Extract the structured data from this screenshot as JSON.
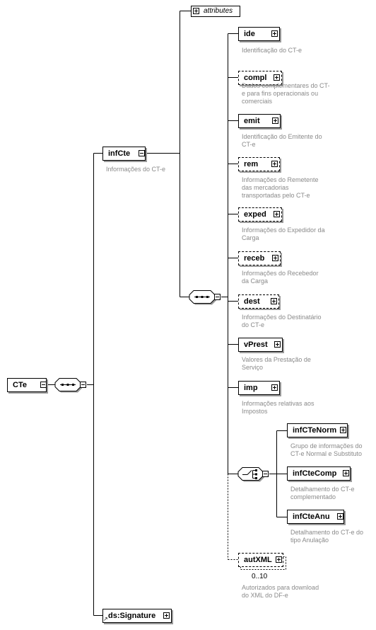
{
  "root": {
    "label": "CTe"
  },
  "infCte": {
    "label": "infCte",
    "description": "Informações do CT-e"
  },
  "attributes_label": "attributes",
  "signature": {
    "label": "ds:Signature"
  },
  "elements": [
    {
      "label": "ide",
      "description": "Identificação do CT-e",
      "optional": false
    },
    {
      "label": "compl",
      "description": "Dados complementares do CT-e para fins operacionais ou comerciais",
      "optional": true
    },
    {
      "label": "emit",
      "description": "Identificação do Emitente do CT-e",
      "optional": false
    },
    {
      "label": "rem",
      "description": "Informações do Remetente das mercadorias transportadas pelo CT-e",
      "optional": true
    },
    {
      "label": "exped",
      "description": "Informações do Expedidor da Carga",
      "optional": true
    },
    {
      "label": "receb",
      "description": "Informações do Recebedor da Carga",
      "optional": true
    },
    {
      "label": "dest",
      "description": "Informações do Destinatário do CT-e",
      "optional": true
    },
    {
      "label": "vPrest",
      "description": "Valores da Prestação de Serviço",
      "optional": false
    },
    {
      "label": "imp",
      "description": "Informações relativas aos Impostos",
      "optional": false
    }
  ],
  "choice_elements": [
    {
      "label": "infCTeNorm",
      "description": "Grupo de informações do CT-e Normal e Substituto"
    },
    {
      "label": "infCteComp",
      "description": "Detalhamento do CT-e complementado"
    },
    {
      "label": "infCteAnu",
      "description": "Detalhamento do CT-e do tipo Anulação"
    }
  ],
  "autXML": {
    "label": "autXML",
    "cardinality": "0..10",
    "description": "Autorizados para download do XML do DF-e"
  }
}
